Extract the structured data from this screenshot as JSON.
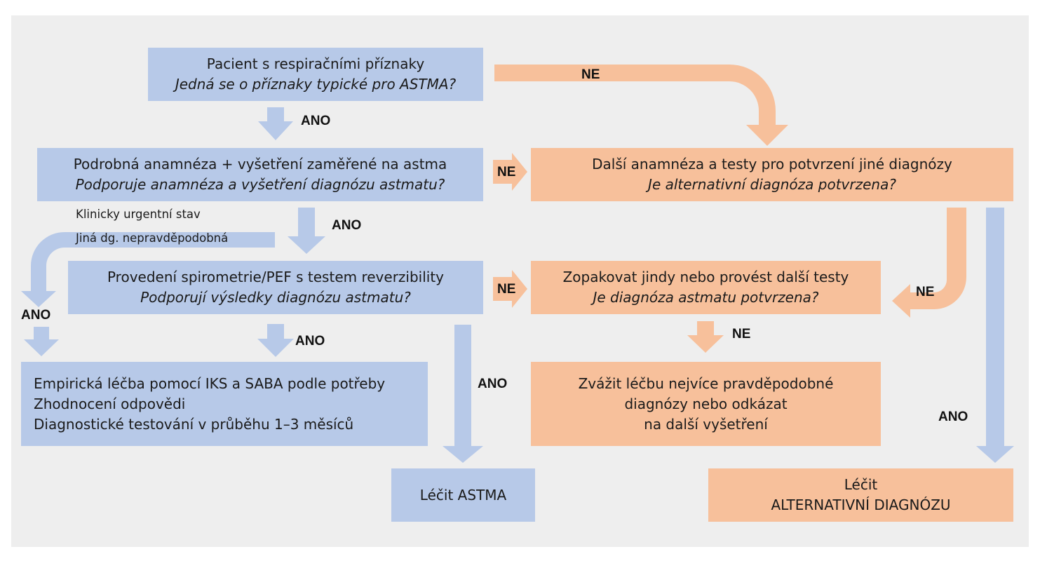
{
  "colors": {
    "blue": "#b7c9e8",
    "orange": "#f7c09b",
    "background": "#eeeeee"
  },
  "nodes": {
    "symptoms": {
      "line1": "Pacient s respiračními příznaky",
      "line2": "Jedná se o příznaky typické pro ASTMA?"
    },
    "history": {
      "line1": "Podrobná anamnéza + vyšetření zaměřené na astma",
      "line2": "Podporuje anamnéza a vyšetření diagnózu astmatu?"
    },
    "spirometry": {
      "line1": "Provedení spirometrie/PEF s testem reverzibility",
      "line2": "Podporují výsledky diagnózu astmatu?"
    },
    "empirical": {
      "line1": "Empirická léčba pomocí IKS a SABA podle potřeby",
      "line2": "Zhodnocení odpovědi",
      "line3": "Diagnostické testování v průběhu 1–3 měsíců"
    },
    "treat_asthma": {
      "line1": "Léčit ASTMA"
    },
    "other_dx": {
      "line1": "Další anamnéza a testy pro potvrzení jiné diagnózy",
      "line2": "Je alternativní diagnóza potvrzena?"
    },
    "repeat": {
      "line1": "Zopakovat jindy nebo provést další testy",
      "line2": "Je diagnóza astmatu potvrzena?"
    },
    "consider": {
      "line1": "Zvážit léčbu nejvíce pravděpodobné",
      "line2": "diagnózy nebo odkázat",
      "line3": "na další vyšetření"
    },
    "treat_alt": {
      "line1": "Léčit",
      "line2": "ALTERNATIVNÍ DIAGNÓZU"
    }
  },
  "labels": {
    "yes": "ANO",
    "no": "NE"
  },
  "notes": {
    "urgent": "Klinicky urgentní stav",
    "unlikely": "Jiná dg. nepravděpodobná"
  }
}
